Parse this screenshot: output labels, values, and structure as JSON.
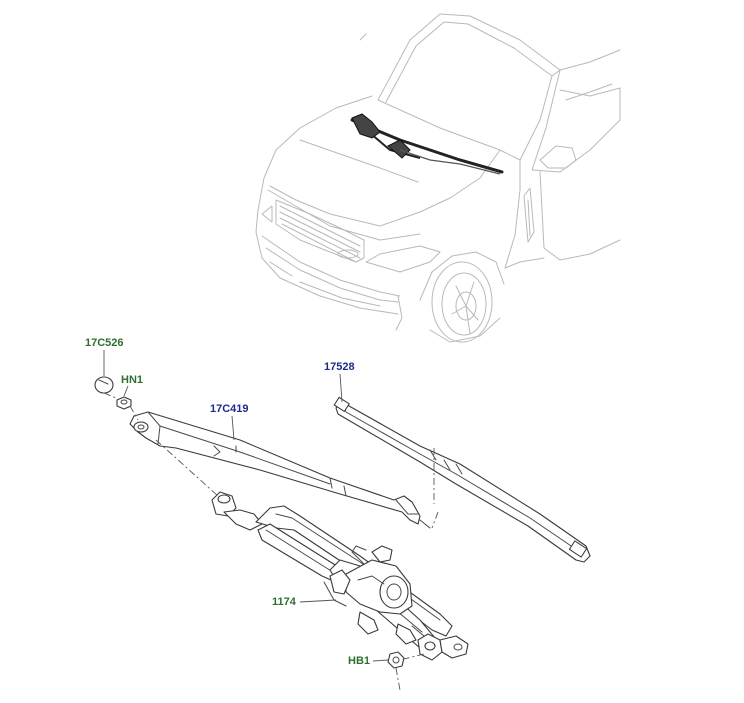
{
  "callouts": [
    {
      "id": "17C526",
      "label": "17C526",
      "color": "#2f6f2f"
    },
    {
      "id": "HN1",
      "label": "HN1",
      "color": "#2f6f2f"
    },
    {
      "id": "17C419",
      "label": "17C419",
      "color": "#1f2a8f"
    },
    {
      "id": "17528",
      "label": "17528",
      "color": "#1f2a8f"
    },
    {
      "id": "1174",
      "label": "1174",
      "color": "#2f6f2f"
    },
    {
      "id": "HB1",
      "label": "HB1",
      "color": "#2f6f2f"
    }
  ]
}
